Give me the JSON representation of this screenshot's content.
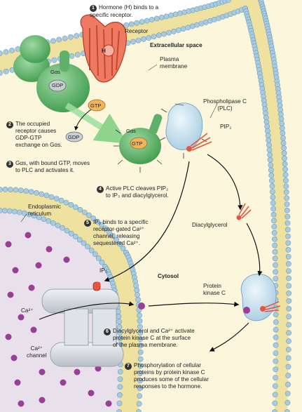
{
  "labels": {
    "receptor": "Receptor",
    "h": "H",
    "extracellular": "Extracellular space",
    "plasma_membrane": "Plasma\nmembrane",
    "g_alpha": "Gαs",
    "gdp": "GDP",
    "gtp": "GTP",
    "plc": "Phospholipase C\n(PLC)",
    "pip2": "PIP₂",
    "er": "Endoplasmic\nreticulum",
    "diacylglycerol": "Diacylglycerol",
    "ip3": "IP₃",
    "cytosol": "Cytosol",
    "pkc": "Protein\nkinase C",
    "ca2": "Ca²⁺",
    "ca_channel": "Ca²⁺\nchannel"
  },
  "steps": [
    {
      "num": "1",
      "text": "Hormone (H) binds to a\nspecific receptor."
    },
    {
      "num": "2",
      "text": "The occupied\nreceptor causes\nGDP-GTP\nexchange on Gαs."
    },
    {
      "num": "3",
      "text": "Gαs, with bound GTP, moves\nto PLC and activates it."
    },
    {
      "num": "4",
      "text": "Active PLC cleaves PIP₂\nto IP₃ and diacylglycerol."
    },
    {
      "num": "5",
      "text": "IP₃ binds to a specific\nreceptor-gated Ca²⁺\nchannel, releasing\nsequestered Ca²⁺."
    },
    {
      "num": "6",
      "text": "Diacylglycerol and Ca²⁺ activate\nprotein kinase C at the surface\nof the plasma membrane."
    },
    {
      "num": "7",
      "text": "Phosphorylation of cellular\nproteins by protein kinase C\nproduces some of the cellular\nresponses to the hormone."
    }
  ],
  "colors": {
    "cytosol": "#fbf6dc",
    "membrane": "#e9d98c",
    "lipid_head": "#9ec3dc",
    "g_protein": "#6fc07a",
    "receptor": "#e8553f",
    "plc": "#c9e2f0",
    "er_lumen": "#e7e0ea",
    "calcium": "#9b3f96",
    "channel": "#d8dde2",
    "arrow_green": "#7ccf7f"
  }
}
